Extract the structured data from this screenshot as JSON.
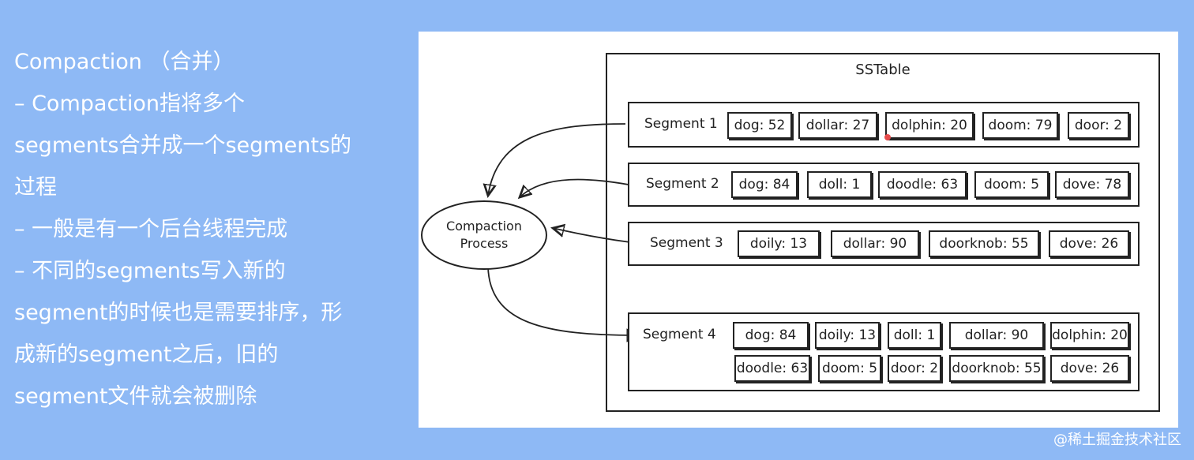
{
  "slide": {
    "lines": [
      "Compaction （合并）",
      "–  Compaction指将多个",
      "segments合并成一个segments的",
      "过程",
      "– 一般是有一个后台线程完成",
      "– 不同的segments写入新的",
      "segment的时候也是需要排序，形",
      "成新的segment之后，旧的",
      "segment文件就会被删除"
    ]
  },
  "diagram": {
    "title": "SSTable",
    "process_label_line1": "Compaction",
    "process_label_line2": "Process",
    "segments": [
      {
        "label": "Segment 1",
        "cells": [
          "dog: 52",
          "dollar: 27",
          "dolphin: 20",
          "doom: 79",
          "door: 2"
        ]
      },
      {
        "label": "Segment 2",
        "cells": [
          "dog: 84",
          "doll: 1",
          "doodle: 63",
          "doom: 5",
          "dove: 78"
        ]
      },
      {
        "label": "Segment 3",
        "cells": [
          "doily: 13",
          "dollar: 90",
          "doorknob: 55",
          "dove: 26"
        ]
      },
      {
        "label": "Segment 4",
        "cells": [
          "dog: 84",
          "doily: 13",
          "doll: 1",
          "dollar: 90",
          "dolphin: 20",
          "doodle: 63",
          "doom: 5",
          "door: 2",
          "doorknob: 55",
          "dove: 26"
        ]
      }
    ]
  },
  "watermark": "@稀土掘金技术社区"
}
